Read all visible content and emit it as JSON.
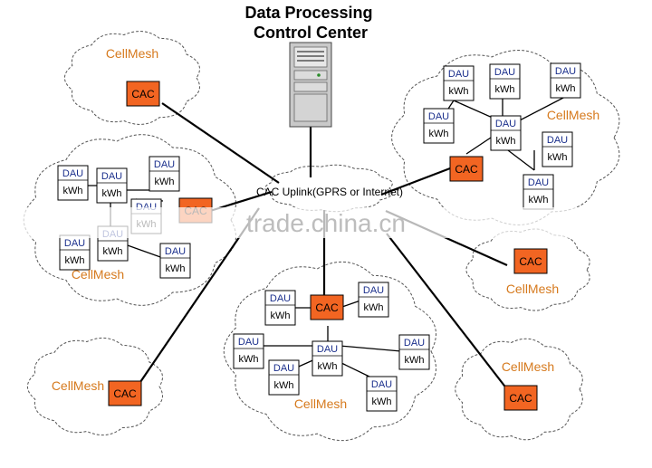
{
  "title": {
    "line1": "Data Processing",
    "line2": "Control Center"
  },
  "uplink_label": "CAC Uplink(GPRS or Internet)",
  "watermark": "trade.china.cn",
  "labels": {
    "cellmesh": "CellMesh",
    "cac": "CAC",
    "dau": "DAU",
    "kwh": "kWh"
  },
  "colors": {
    "cac_fill": "#f26522",
    "cellmesh_text": "#d67a1e",
    "dau_text": "#1a2f8c",
    "line": "#000000",
    "cloud_stroke": "#555555"
  },
  "icons": {
    "server": "server-tower-icon",
    "cloud": "cloud-outline-icon"
  }
}
